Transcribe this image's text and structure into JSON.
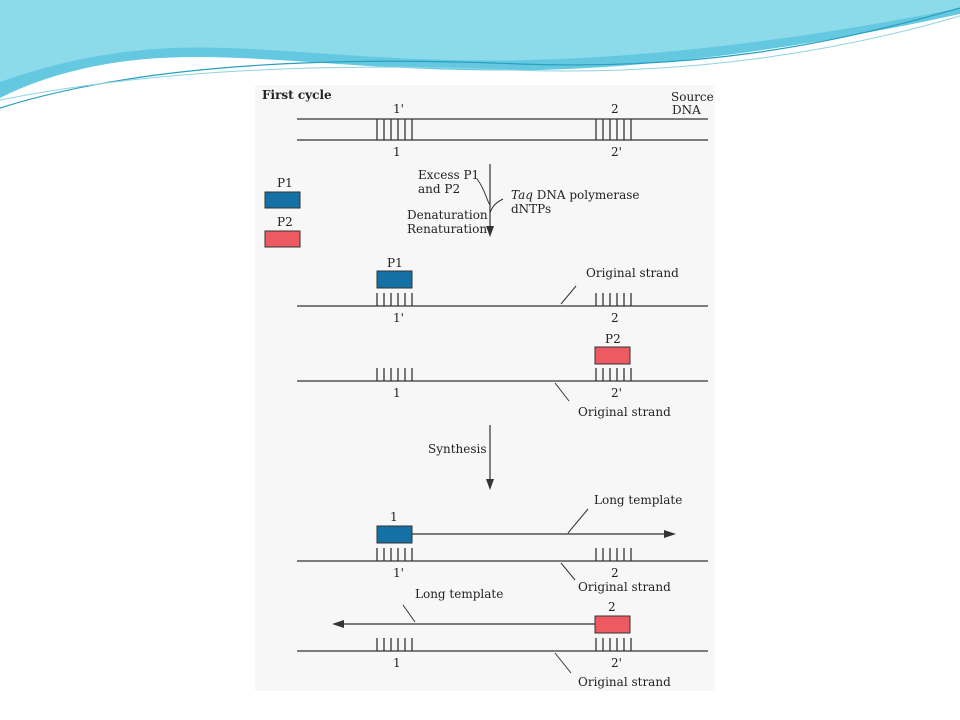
{
  "colors": {
    "p1_primer": "#1570a6",
    "p2_primer": "#ee5a62",
    "line": "#333333",
    "header_wave": "#5fcde0",
    "panel": "#f7f7f7"
  },
  "heading": "First cycle",
  "source_dna": {
    "line1": "Source",
    "line2": "DNA"
  },
  "sites": {
    "one_prime": "1'",
    "two": "2",
    "one": "1",
    "two_prime": "2'"
  },
  "legend": {
    "p1": "P1",
    "p2": "P2"
  },
  "step1": {
    "excess_line1": "Excess P1",
    "excess_line2": "and P2",
    "taq_italic": "Taq",
    "taq_rest": " DNA polymerase",
    "dntps": "dNTPs",
    "denaturation": "Denaturation",
    "renaturation": "Renaturation"
  },
  "strand_label": "Original strand",
  "step2": {
    "synthesis": "Synthesis"
  },
  "long_template": "Long template",
  "new_strand_labels": {
    "top": "1",
    "bottom": "2"
  }
}
